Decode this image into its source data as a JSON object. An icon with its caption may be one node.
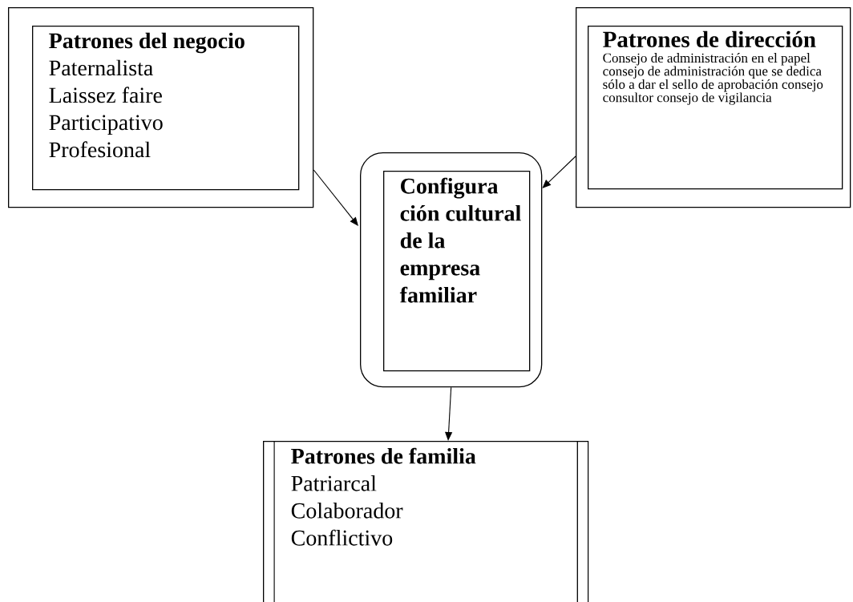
{
  "diagram": {
    "nodes": [
      {
        "text": [],
        "shape": "box"
      },
      {
        "text": [
          "Patrones del negocio",
          "Paternalista",
          "Laissez faire",
          "Participativo",
          "Profesional"
        ],
        "in": 0
      },
      {
        "text": [],
        "shape": "box"
      },
      {
        "text": [
          "Patrones de dirección",
          "Consejo de administración en el papel consejo de administración que se dedica sólo a dar el sello de aprobación consejo consultor consejo de vigilancia"
        ],
        "in": 2
      },
      {
        "text": [],
        "shape": "box"
      },
      {
        "text": [
          "Configura ción cultural de la empresa familiar"
        ],
        "in": 4
      },
      {
        "text": [
          "Patrones de familia",
          "Patriarcal",
          "Colaborador",
          "Conflictivo"
        ]
      }
    ],
    "edges": [
      {
        "from": 0,
        "to": 4,
        "arrow": "to"
      },
      {
        "from": 2,
        "to": 4,
        "arrow": "to"
      },
      {
        "from": 4,
        "to": 6,
        "arrow": "to"
      }
    ]
  }
}
